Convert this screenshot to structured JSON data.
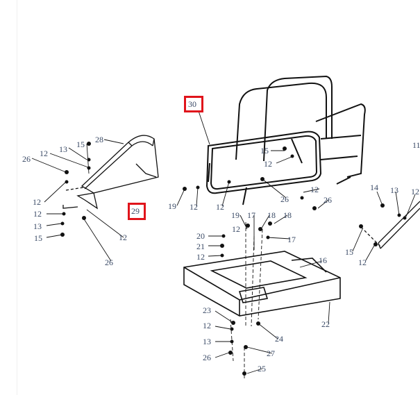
{
  "diagram": {
    "highlight_color": "#e0141b",
    "label_color": "#3a4a66",
    "highlighted_callouts": [
      "30",
      "29"
    ],
    "callouts": [
      {
        "id": "c30",
        "text": "30"
      },
      {
        "id": "c29",
        "text": "29"
      },
      {
        "id": "c28",
        "text": "28"
      },
      {
        "id": "c15a",
        "text": "15"
      },
      {
        "id": "c13a",
        "text": "13"
      },
      {
        "id": "c12a",
        "text": "12"
      },
      {
        "id": "c26a",
        "text": "26"
      },
      {
        "id": "c12b",
        "text": "12"
      },
      {
        "id": "c12c",
        "text": "12"
      },
      {
        "id": "c13b",
        "text": "13"
      },
      {
        "id": "c15b",
        "text": "15"
      },
      {
        "id": "c12d",
        "text": "12"
      },
      {
        "id": "c26b",
        "text": "26"
      },
      {
        "id": "c15c",
        "text": "15"
      },
      {
        "id": "c12e",
        "text": "12"
      },
      {
        "id": "c26c",
        "text": "26"
      },
      {
        "id": "c12f",
        "text": "12"
      },
      {
        "id": "c26d",
        "text": "26"
      },
      {
        "id": "c19a",
        "text": "19"
      },
      {
        "id": "c12g",
        "text": "12"
      },
      {
        "id": "c12h",
        "text": "12"
      },
      {
        "id": "c19b",
        "text": "19"
      },
      {
        "id": "c17a",
        "text": "17"
      },
      {
        "id": "c18a",
        "text": "18"
      },
      {
        "id": "c18b",
        "text": "18"
      },
      {
        "id": "c12i",
        "text": "12"
      },
      {
        "id": "c20",
        "text": "20"
      },
      {
        "id": "c21",
        "text": "21"
      },
      {
        "id": "c12j",
        "text": "12"
      },
      {
        "id": "c17b",
        "text": "17"
      },
      {
        "id": "c16",
        "text": "16"
      },
      {
        "id": "c11",
        "text": "11"
      },
      {
        "id": "c14",
        "text": "14"
      },
      {
        "id": "c13c",
        "text": "13"
      },
      {
        "id": "c12k",
        "text": "12"
      },
      {
        "id": "c15d",
        "text": "15"
      },
      {
        "id": "c12l",
        "text": "12"
      },
      {
        "id": "c22",
        "text": "22"
      },
      {
        "id": "c23",
        "text": "23"
      },
      {
        "id": "c12m",
        "text": "12"
      },
      {
        "id": "c13d",
        "text": "13"
      },
      {
        "id": "c24",
        "text": "24"
      },
      {
        "id": "c26e",
        "text": "26"
      },
      {
        "id": "c27",
        "text": "27"
      },
      {
        "id": "c25",
        "text": "25"
      }
    ]
  }
}
